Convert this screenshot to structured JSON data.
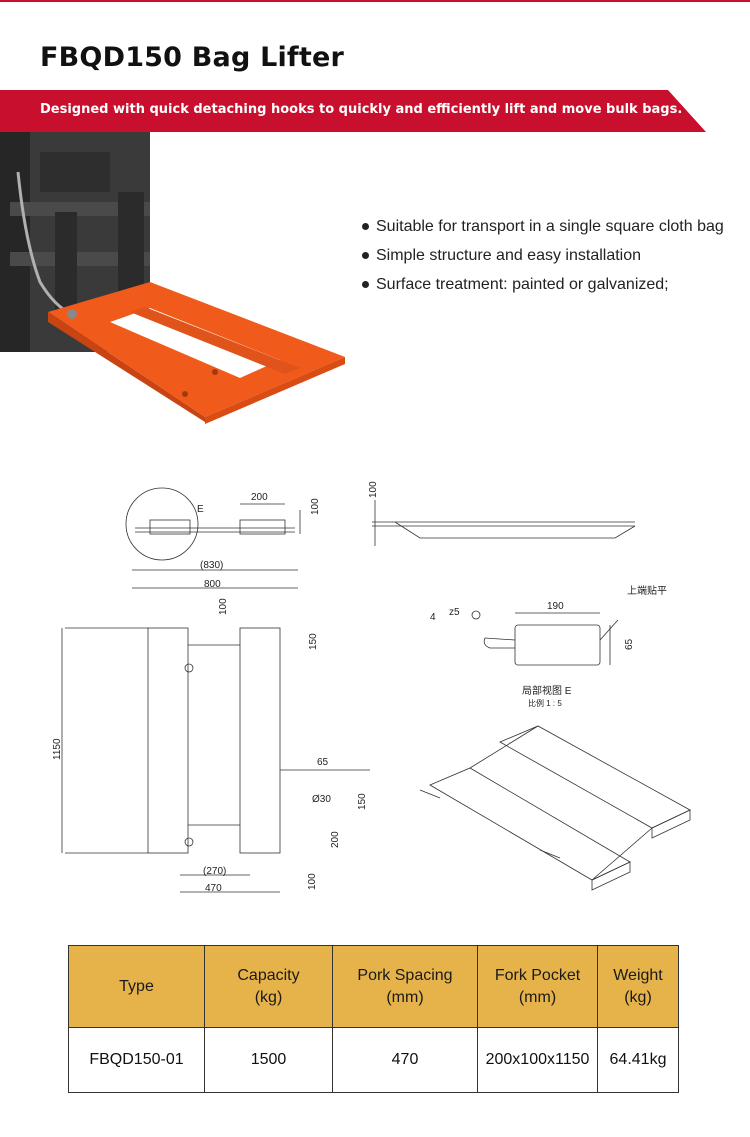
{
  "page": {
    "title": "FBQD150 Bag Lifter",
    "banner": "Designed with quick detaching hooks to quickly and efficiently lift and move bulk bags.",
    "colors": {
      "accent_red": "#c8102e",
      "product_orange": "#f05a1a",
      "table_header": "#e6b24a"
    }
  },
  "features": [
    "Suitable for transport in a single square cloth bag",
    "Simple structure and easy installation",
    "Surface treatment: painted or galvanized;"
  ],
  "drawing": {
    "dims": {
      "d200": "200",
      "d100a": "100",
      "e_label": "E",
      "d830": "(830)",
      "d100b": "100",
      "d800": "800",
      "d100c": "100",
      "d150a": "150",
      "d1150": "1150",
      "d65a": "65",
      "d30": "Ø30",
      "d150b": "150",
      "d200b": "200",
      "d270": "(270)",
      "d470": "470",
      "d100d": "100",
      "z5": "z5",
      "d4": "4",
      "d190": "190",
      "d65b": "65",
      "top_flush": "上端贴平",
      "detail_view": "局部视图 E",
      "scale": "比例 1 : 5"
    }
  },
  "table": {
    "headers": [
      [
        "Type"
      ],
      [
        "Capacity",
        "(kg)"
      ],
      [
        "Pork Spacing",
        "(mm)"
      ],
      [
        "Fork Pocket",
        "(mm)"
      ],
      [
        "Weight",
        "(kg)"
      ]
    ],
    "rows": [
      [
        "FBQD150-01",
        "1500",
        "470",
        "200x100x1150",
        "64.41kg"
      ]
    ]
  }
}
